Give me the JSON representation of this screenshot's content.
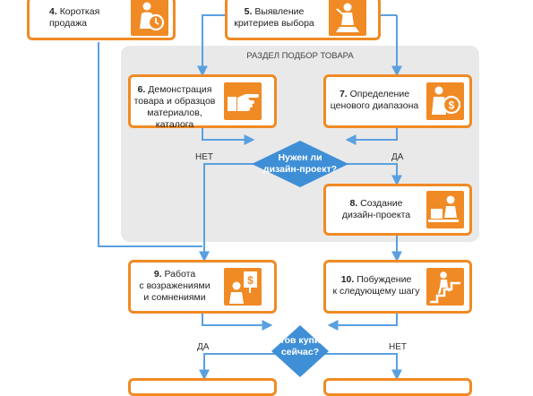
{
  "section": {
    "title": "РАЗДЕЛ ПОДБОР ТОВАРА"
  },
  "steps": {
    "s4": {
      "num": "4.",
      "line1": "Короткая",
      "line2": "продажа",
      "icon": "timer-businessman-icon"
    },
    "s5": {
      "num": "5.",
      "line1": "Выявление",
      "line2": "критериев выбора",
      "icon": "presenter-icon"
    },
    "s6": {
      "num": "6.",
      "line1": "Демонстрация",
      "line2": "товара и образцов",
      "line3": "материалов, каталога",
      "icon": "pointing-hand-icon"
    },
    "s7": {
      "num": "7.",
      "line1": "Определение",
      "line2": "ценового диапазона",
      "icon": "businessman-coin-icon"
    },
    "s8": {
      "num": "8.",
      "line1": "Создание",
      "line2": "дизайн-проекта",
      "icon": "designer-laptop-icon"
    },
    "s9": {
      "num": "9.",
      "line1": "Работа",
      "line2": "с возражениями",
      "line3": "и сомнениями",
      "icon": "objection-sign-icon"
    },
    "s10": {
      "num": "10.",
      "line1": "Побуждение",
      "line2": "к следующему шагу",
      "icon": "stairs-climber-icon"
    }
  },
  "decisions": {
    "design": {
      "line1": "Нужен ли",
      "line2": "дизайн-проект?",
      "no": "НЕТ",
      "yes": "ДА"
    },
    "buy": {
      "line1": "Готов купить",
      "line2": "сейчас?",
      "yes": "ДА",
      "no": "НЕТ"
    }
  },
  "colors": {
    "accent": "#f08a24",
    "decision": "#3f8fd7",
    "arrow": "#5aa0e0",
    "panel": "#e9e9e9"
  }
}
